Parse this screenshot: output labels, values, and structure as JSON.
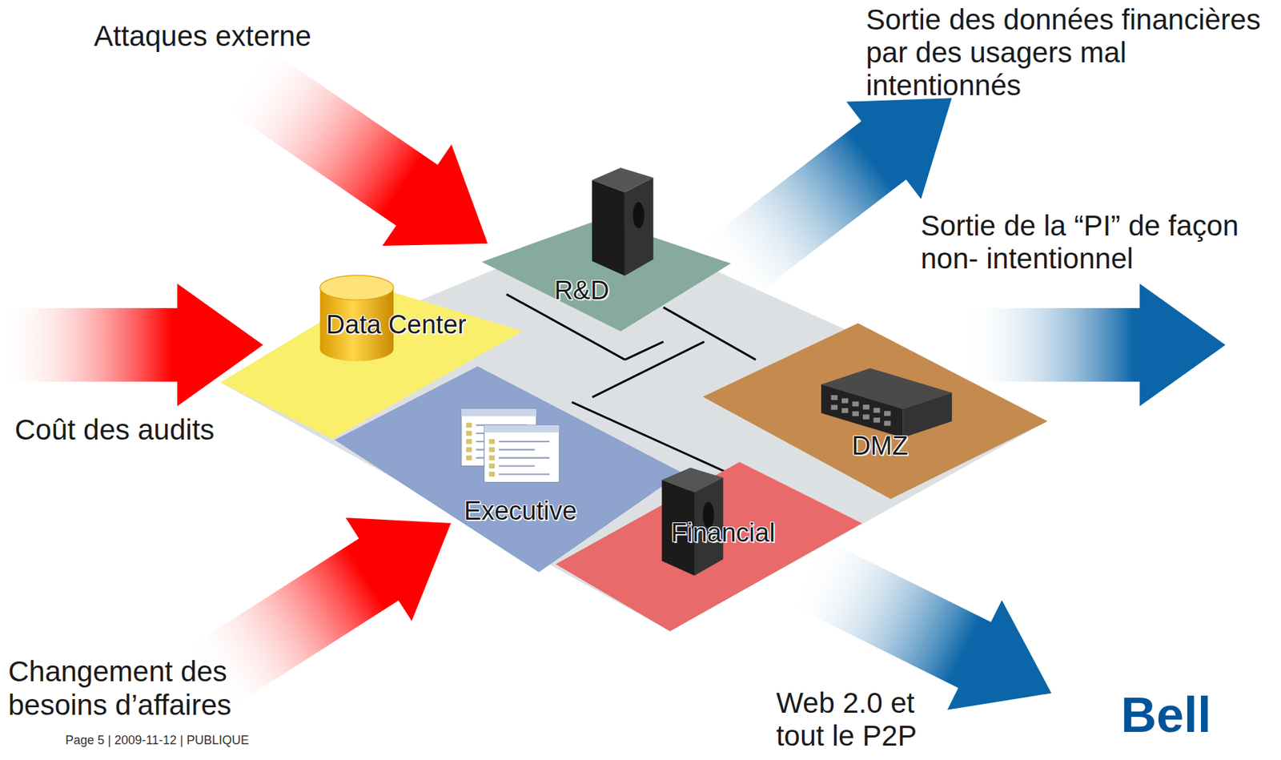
{
  "diagram": {
    "nodes": [
      {
        "text": [
          "R&D"
        ]
      },
      {
        "text": [
          "Data Center"
        ]
      },
      {
        "text": [
          "Executive"
        ]
      },
      {
        "text": [
          "DMZ"
        ]
      },
      {
        "text": [
          "Financial"
        ]
      }
    ],
    "labels": [
      "Attaques externe",
      "Sortie des données financières par des usagers mal intentionnés",
      "Sortie de la “PI” de façon non- intentionnel",
      "Coût des audits",
      "Changement des besoins d’affaires",
      "Web 2.0 et tout le P2P",
      "Page 5 | 2009-11-12 | PUBLIQUE",
      "Bell"
    ]
  }
}
